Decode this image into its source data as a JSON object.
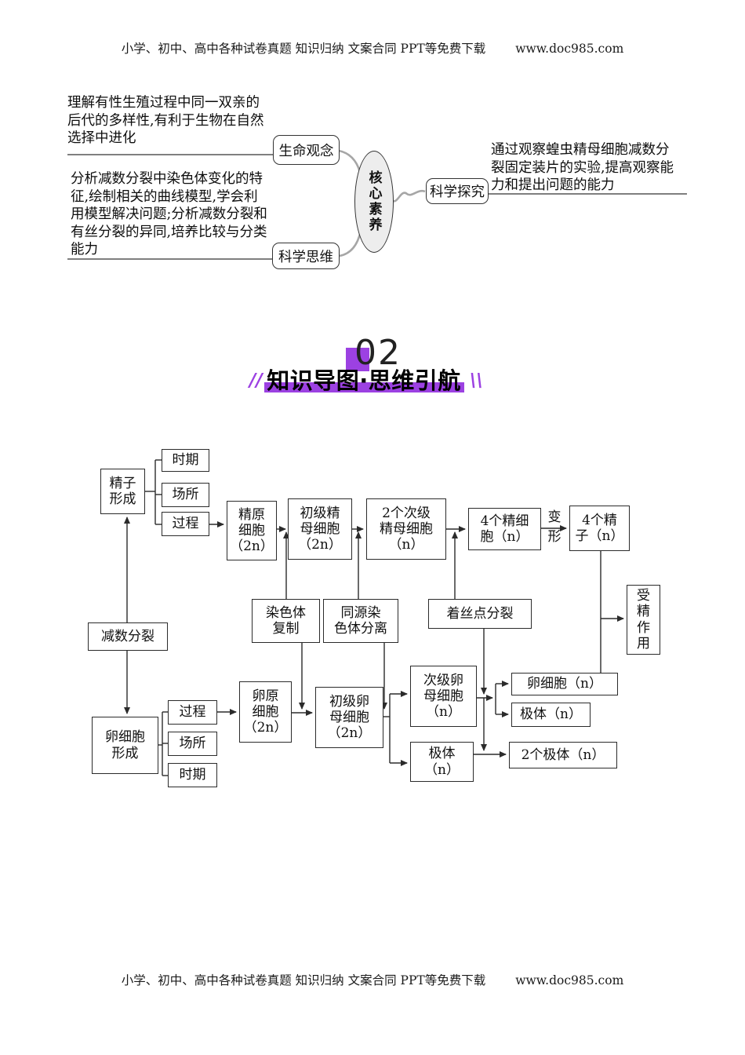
{
  "header": {
    "text": "小学、初中、高中各种试卷真题  知识归纳  文案合同  PPT等免费下载",
    "url": "www.doc985.com"
  },
  "footer": {
    "text": "小学、初中、高中各种试卷真题  知识归纳  文案合同  PPT等免费下载",
    "url": "www.doc985.com"
  },
  "competency_map": {
    "center_label": "核心素养",
    "branches": [
      {
        "label": "生命观念",
        "description": "理解有性生殖过程中同一双亲的\n后代的多样性,有利于生物在自然\n选择中进化"
      },
      {
        "label": "科学思维",
        "description": "分析减数分裂中染色体变化的特\n征,绘制相关的曲线模型,学会利\n用模型解决问题;分析减数分裂和\n有丝分裂的异同,培养比较与分类\n能力"
      },
      {
        "label": "科学探究",
        "description": "通过观察蝗虫精母细胞减数分\n裂固定装片的实验,提高观察能\n力和提出问题的能力"
      }
    ]
  },
  "section_header": {
    "number": "02",
    "title": "知识导图·思维引航",
    "slash_left": "//",
    "slash_right": "\\\\",
    "accent_color": "#9C41E2"
  },
  "flowchart": {
    "nodes": {
      "sperm_formation": "精子\n形成",
      "period_top": "时期",
      "site_top": "场所",
      "process_top": "过程",
      "spermatogonium": "精原\n细胞\n（2n）",
      "primary_spermatocyte": "初级精\n母细胞\n（2n）",
      "secondary_spermatocytes": "2个次级\n精母细胞\n（n）",
      "spermatids": "4个精细\n胞（n）",
      "deformation": "变\n形",
      "sperms": "4个精\n子（n）",
      "chromosome_replication": "染色体\n复制",
      "homolog_separation": "同源染\n色体分离",
      "centromere_division": "着丝点分裂",
      "fertilization": "受\n精\n作\n用",
      "meiosis": "减数分裂",
      "egg_formation": "卵细胞\n形成",
      "process_bottom": "过程",
      "site_bottom": "场所",
      "period_bottom": "时期",
      "oogonium": "卵原\n细胞\n（2n）",
      "primary_oocyte": "初级卵\n母细胞\n（2n）",
      "secondary_oocyte": "次级卵\n母细胞\n（n）",
      "polar_body_first": "极体\n（n）",
      "egg_cell": "卵细胞（n）",
      "polar_body_second": "极体（n）",
      "two_polar_bodies": "2个极体（n）"
    }
  }
}
